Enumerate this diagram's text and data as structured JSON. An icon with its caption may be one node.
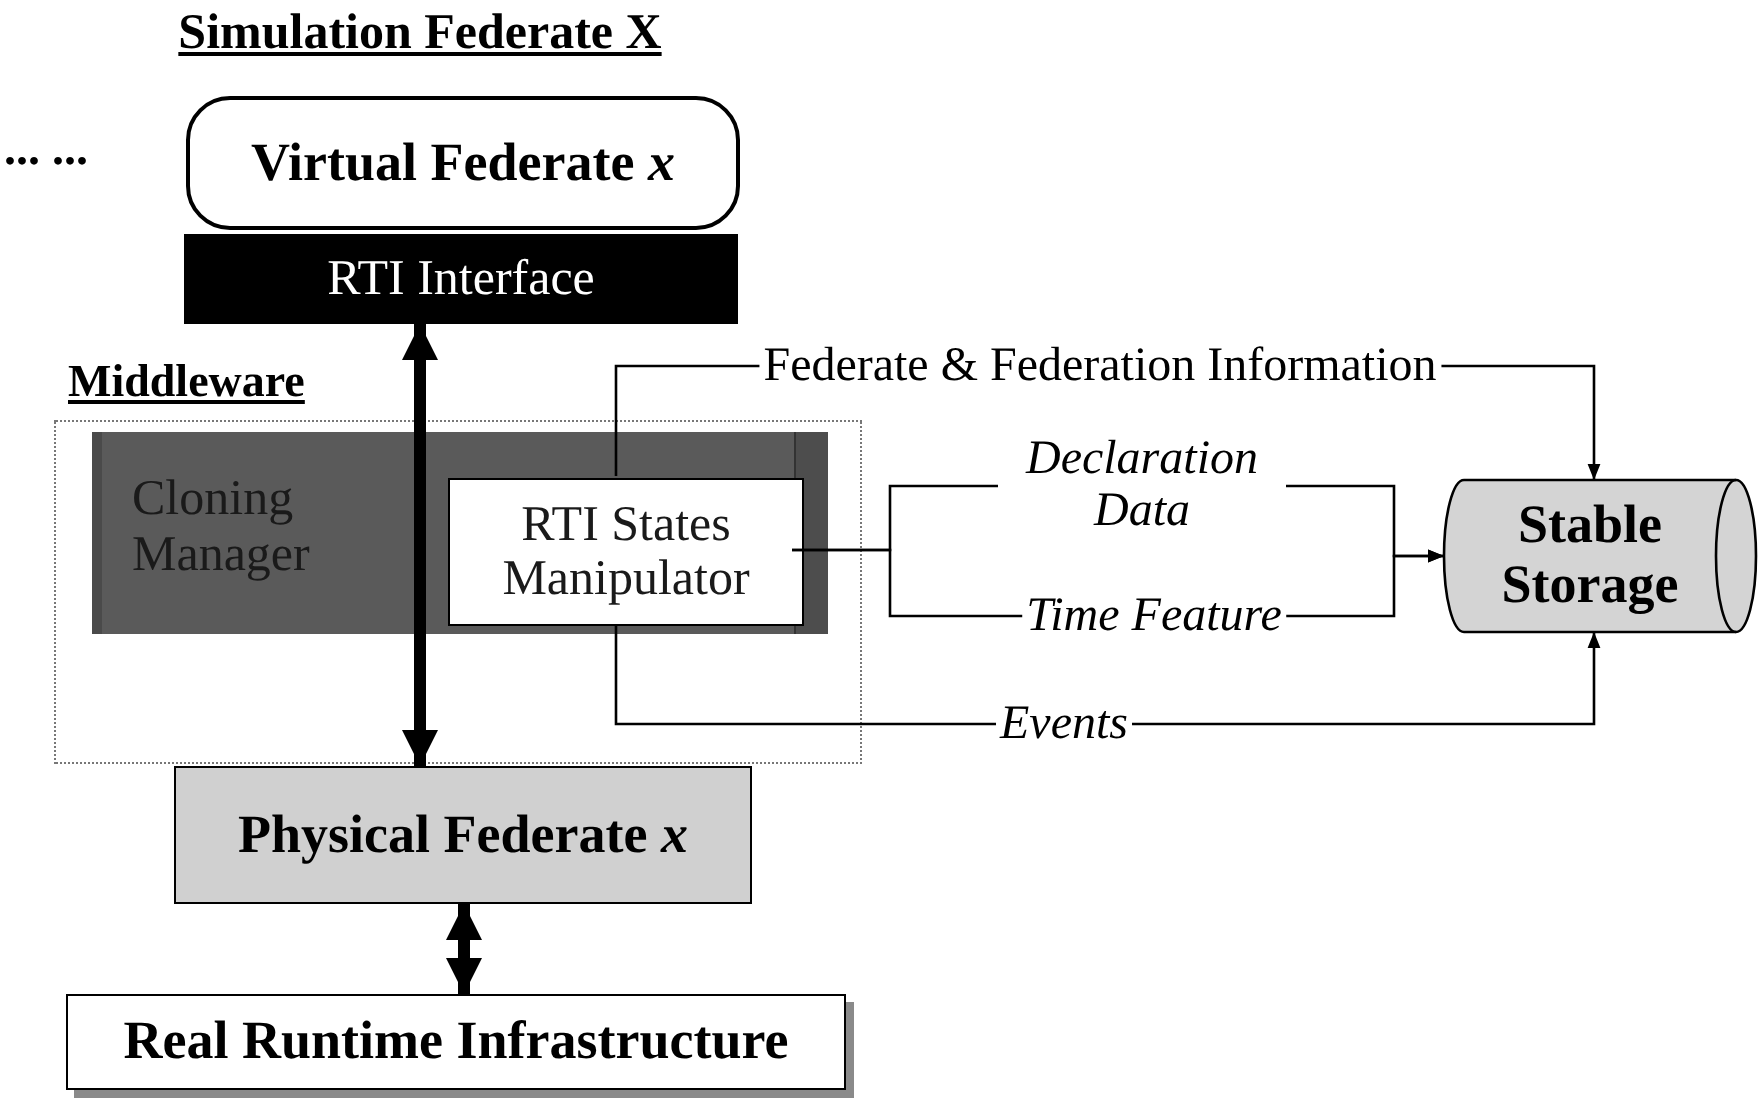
{
  "diagram": {
    "title": "Simulation Federate X",
    "nodes": [
      {
        "text": [
          "Virtual Federate *x*"
        ]
      },
      {
        "text": [
          "RTI Interface"
        ]
      },
      {
        "text": [
          "Middleware"
        ]
      },
      {
        "text": [
          "Cloning Manager"
        ],
        "in": 2
      },
      {
        "text": [
          "RTI States Manipulator"
        ],
        "in": 3
      },
      {
        "text": [
          "Physical Federate *x*"
        ]
      },
      {
        "text": [
          "Stable Storage"
        ]
      },
      {
        "text": [
          "Real Runtime Infrastructure"
        ]
      }
    ],
    "edges": [
      {
        "from": 5,
        "to": 1,
        "arrow": "both",
        "style": "thick"
      },
      {
        "from": 4,
        "to": 6,
        "arrow": "to",
        "label": "Federate & Federation Information"
      },
      {
        "from": 4,
        "to": 6,
        "arrow": "to",
        "label": "Declaration Data"
      },
      {
        "from": 4,
        "to": 6,
        "arrow": "to",
        "label": "Time Feature"
      },
      {
        "from": 4,
        "to": 6,
        "arrow": "to",
        "label": "Events"
      },
      {
        "from": 5,
        "to": 7,
        "arrow": "both",
        "style": "thick"
      }
    ],
    "labels": [
      "... ..."
    ]
  }
}
